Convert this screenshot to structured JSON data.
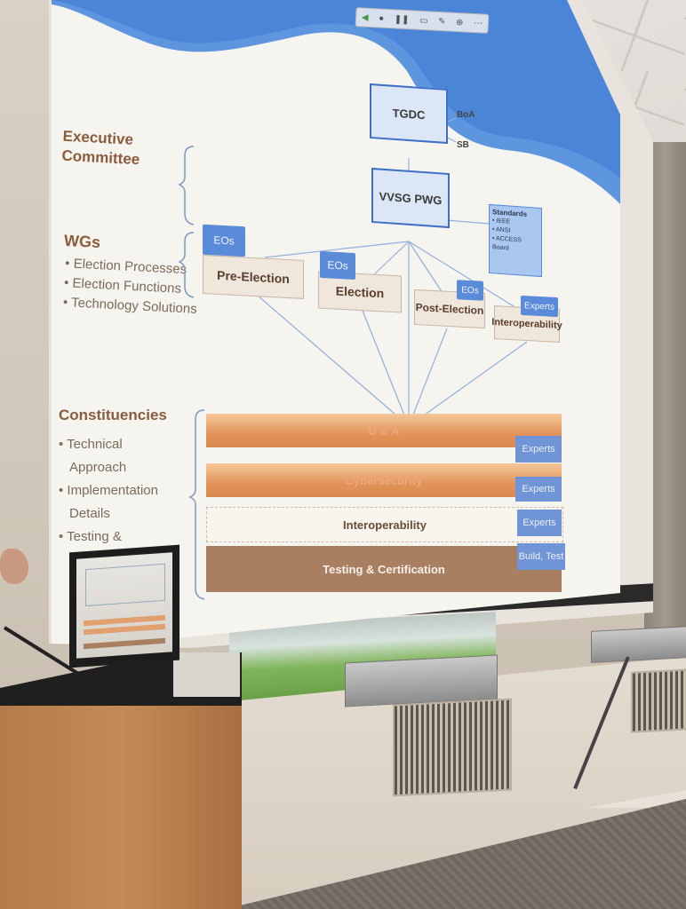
{
  "slide": {
    "left_panel": {
      "executive_committee": "Executive\nCommittee",
      "wgs_heading": "WGs",
      "wgs_items": [
        "• Election Processes",
        "• Election Functions",
        "• Technology Solutions"
      ],
      "constituencies_heading": "Constituencies",
      "constituencies_items": [
        "• Technical",
        "Approach",
        "• Implementation",
        "Details",
        "• Testing &"
      ]
    },
    "diagram": {
      "tgdc": "TGDC",
      "boa": "BoA",
      "sb": "SB",
      "vvsg_pwg": "VVSG PWG",
      "standards": {
        "title": "Standards",
        "items": [
          "• IEEE",
          "• ANSI",
          "• ACCESS Board"
        ]
      },
      "eos_label": "EOs",
      "experts_label": "Experts",
      "working_groups": [
        "Pre-Election",
        "Election",
        "Post-Election",
        "Interoperability"
      ]
    },
    "constituency_bars": [
      {
        "label": "U & A",
        "tag": "Experts"
      },
      {
        "label": "Cybersecurity",
        "tag": "Experts"
      },
      {
        "label": "Interoperability",
        "tag": "Experts"
      },
      {
        "label": "Testing & Certification",
        "tag": "Build, Test"
      }
    ]
  },
  "colors": {
    "slide_blue": "#4d8bdc",
    "box_border": "#3f6fc7",
    "heading_brown": "#8a5c3e",
    "bar_orange": "#e3935a",
    "bar_brown": "#a97f62",
    "tag_blue": "#5a8bd8"
  }
}
